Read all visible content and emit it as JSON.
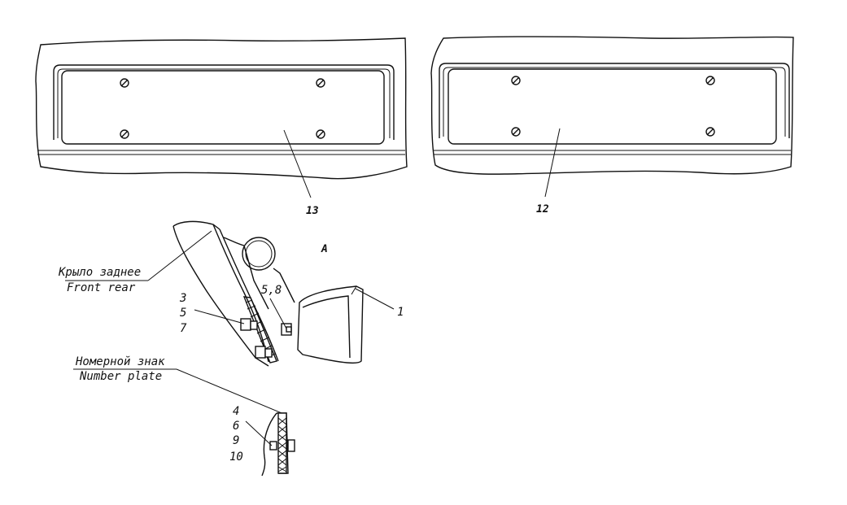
{
  "callouts": {
    "plate_left": "13",
    "plate_right": "12",
    "view": "A",
    "lamp": "1",
    "lamp_bolts": "5,8",
    "wing_fasteners": [
      "3",
      "5",
      "7"
    ],
    "plate_fasteners": [
      "4",
      "6",
      "9",
      "10"
    ]
  },
  "labels": {
    "wing_ru": "Крыло заднее",
    "wing_en": "Front rear",
    "plate_ru": "Номерной знак",
    "plate_en": "Number plate"
  }
}
